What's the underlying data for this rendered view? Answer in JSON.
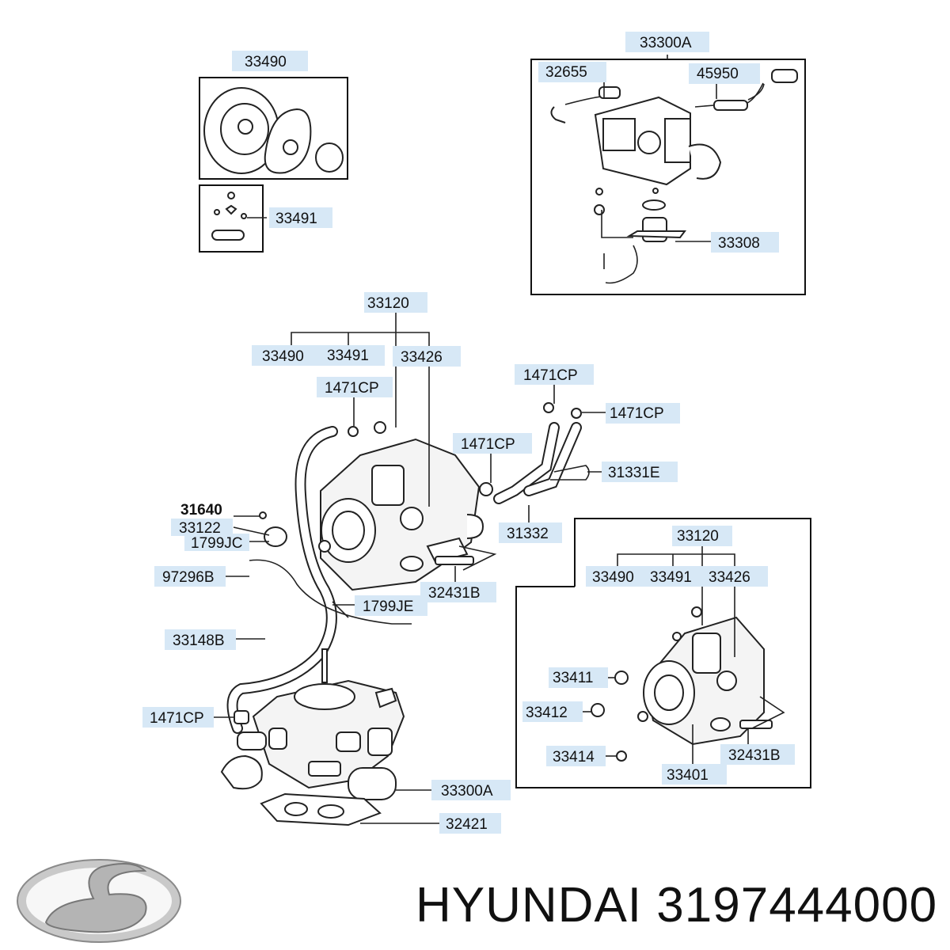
{
  "brand": "HYUNDAI",
  "part_number": "3197444000",
  "logo_icon": "hyundai-logo-icon",
  "chip_color": "#d7e8f6",
  "callouts": {
    "kit_top": "33490",
    "gasket_kit": "33491",
    "throttle_assy_top": "33300A",
    "sensor_a": "32655",
    "sensor_b": "45950",
    "actuator": "33308",
    "vaporizer": "33120",
    "vap_kit": "33490",
    "vap_gasket": "33491",
    "vap_valve": "33426",
    "clip_a": "1471CP",
    "clip_b": "1471CP",
    "clip_c": "1471CP",
    "clip_d": "1471CP",
    "pipe_a": "31331E",
    "pipe_b": "31332",
    "sensor_c": "31640",
    "plug": "33122",
    "clamp_a": "1799JC",
    "cable": "97296B",
    "bolt": "32431B",
    "clamp_b": "1799JE",
    "hose": "33148B",
    "clip_e": "1471CP",
    "throttle_assy_bottom": "33300A",
    "gasket_bottom": "32421",
    "inset_vaporizer": "33120",
    "inset_kit": "33490",
    "inset_gasket": "33491",
    "inset_valve": "33426",
    "inset_plug_a": "33411",
    "inset_plug_b": "33412",
    "inset_plug_c": "33414",
    "inset_body": "33401",
    "inset_bolt": "32431B"
  }
}
